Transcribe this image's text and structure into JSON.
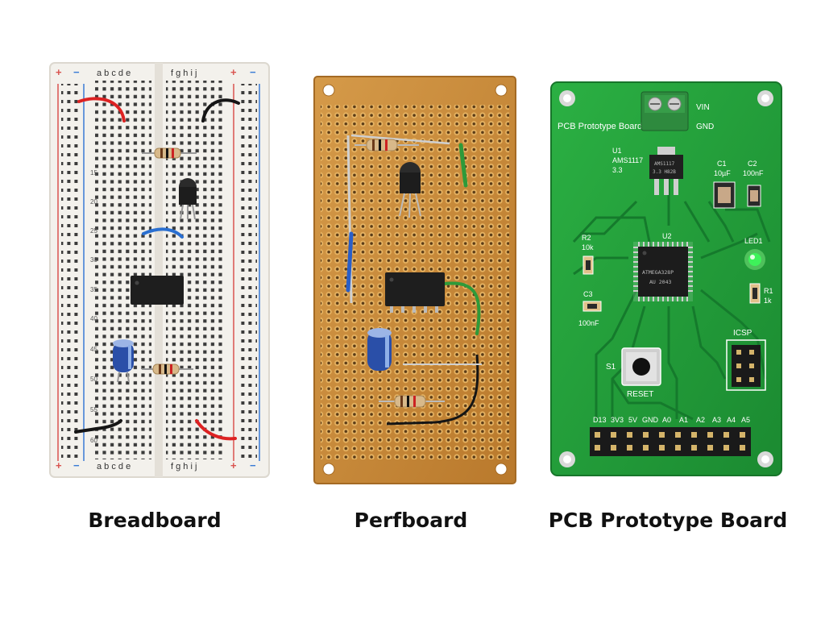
{
  "captions": {
    "breadboard": "Breadboard",
    "perfboard": "Perfboard",
    "pcb": "PCB Prototype Board"
  },
  "breadboard": {
    "columns_left": "a b c d e",
    "columns_right": "f g h i j",
    "plus": "+",
    "minus": "−",
    "row_numbers": [
      "15",
      "20",
      "25",
      "30",
      "35",
      "40",
      "45",
      "50",
      "55",
      "60"
    ]
  },
  "pcb": {
    "board_title": "PCB Prototype Board",
    "terminal_vin": "VIN",
    "terminal_gnd": "GND",
    "u1_ref": "U1",
    "u1_part": "AMS1117",
    "u1_volt": "3.3",
    "u1_chip_text": "AMS1117",
    "u1_chip_text2": "3.3 H82B",
    "c1_ref": "C1",
    "c1_val": "10µF",
    "c2_ref": "C2",
    "c2_val": "100nF",
    "r2_ref": "R2",
    "r2_val": "10k",
    "u2_ref": "U2",
    "u2_chip_text": "ATMEGA328P",
    "u2_chip_text2": "AU 2043",
    "led_ref": "LED1",
    "r1_ref": "R1",
    "r1_val": "1k",
    "c3_ref": "C3",
    "c3_val": "100nF",
    "icsp": "ICSP",
    "s1_ref": "S1",
    "reset": "RESET",
    "header_pins": [
      "D13",
      "3V3",
      "5V",
      "GND",
      "A0",
      "A1",
      "A2",
      "A3",
      "A4",
      "A5"
    ]
  },
  "colors": {
    "breadboard_body": "#f3f1ec",
    "rail_red": "#d9534f",
    "rail_blue": "#3a7bd5",
    "perfboard": "#c8893a",
    "pcb_green": "#23a03a",
    "copper_pad": "#e0c08a"
  }
}
